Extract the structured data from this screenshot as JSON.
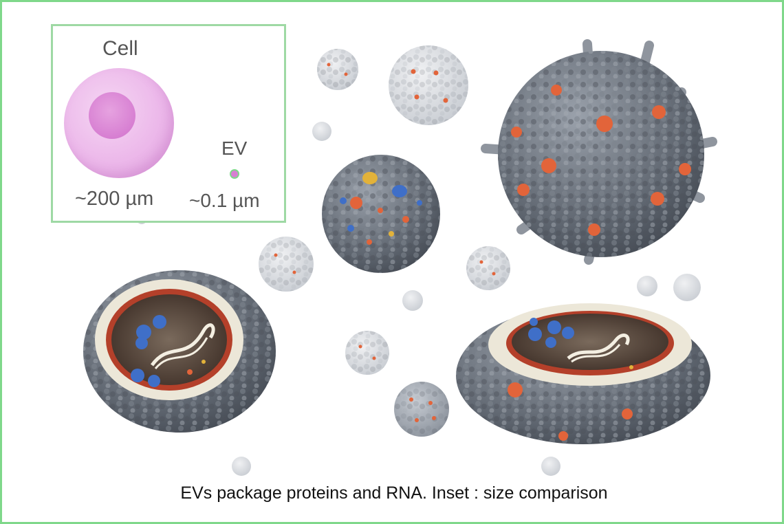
{
  "inset": {
    "cell_label": "Cell",
    "cell_size": "~200 µm",
    "ev_label": "EV",
    "ev_size": "~0.1 µm"
  },
  "caption": "EVs package proteins and RNA. Inset : size comparison",
  "colors": {
    "frame_border": "#7fd88a",
    "inset_border": "#9ed9a4",
    "cell": "#ecb8ea",
    "nucleus": "#d77fd2",
    "vesicle_gray": "#6e7580",
    "cargo_orange": "#e2643a",
    "cargo_blue": "#3f6fc8",
    "membrane_inner": "#b4402a"
  }
}
